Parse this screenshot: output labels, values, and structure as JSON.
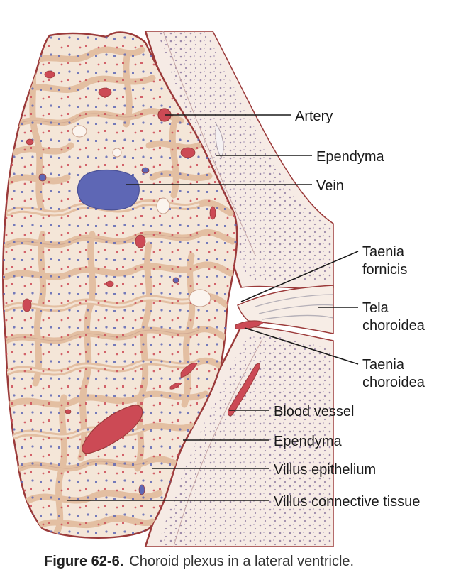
{
  "labels": {
    "artery": "Artery",
    "ependyma_top": "Ependyma",
    "vein": "Vein",
    "taenia_fornicis_1": "Taenia",
    "taenia_fornicis_2": "fornicis",
    "tela_choroidea_1": "Tela",
    "tela_choroidea_2": "choroidea",
    "taenia_choroidea_1": "Taenia",
    "taenia_choroidea_2": "choroidea",
    "blood_vessel": "Blood vessel",
    "ependyma_bottom": "Ependyma",
    "villus_epithelium": "Villus epithelium",
    "villus_connective_tissue": "Villus connective tissue"
  },
  "caption": {
    "number": "Figure 62-6.",
    "text": "Choroid plexus in a lateral ventricle."
  },
  "colors": {
    "outline": "#9b3a3a",
    "stroma": "#f4e6d8",
    "epithelium": "#e3bfa2",
    "artery": "#cc4a55",
    "vein": "#5e67b5",
    "wall": "#f6ebe5",
    "wall_dots": "#9d8aaa",
    "leader": "#1a1a1a"
  }
}
